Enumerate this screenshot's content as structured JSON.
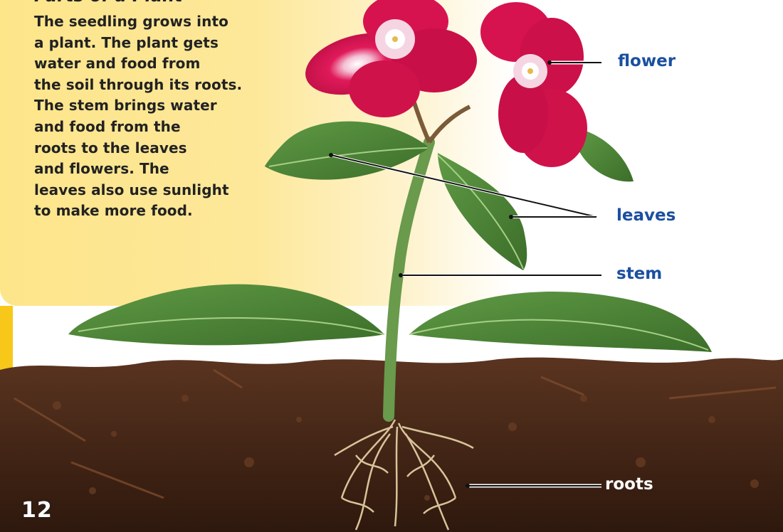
{
  "panel": {
    "heading": "Parts of a Plant",
    "lines": [
      "The seedling grows into",
      "a plant. The plant gets",
      "water and food from",
      "the soil through its roots.",
      "The stem brings water",
      "and food from the",
      "roots to the leaves",
      "and flowers. The",
      "leaves also use sunlight",
      "to make more food."
    ]
  },
  "labels": {
    "flower": "flower",
    "leaves": "leaves",
    "stem": "stem",
    "roots": "roots"
  },
  "page_number": "12",
  "colors": {
    "panel": "#fde58a",
    "label_text": "#1b4fa0",
    "petal": "#d6134f",
    "leaf": "#4f8a3a",
    "soil": "#4a2a18"
  }
}
